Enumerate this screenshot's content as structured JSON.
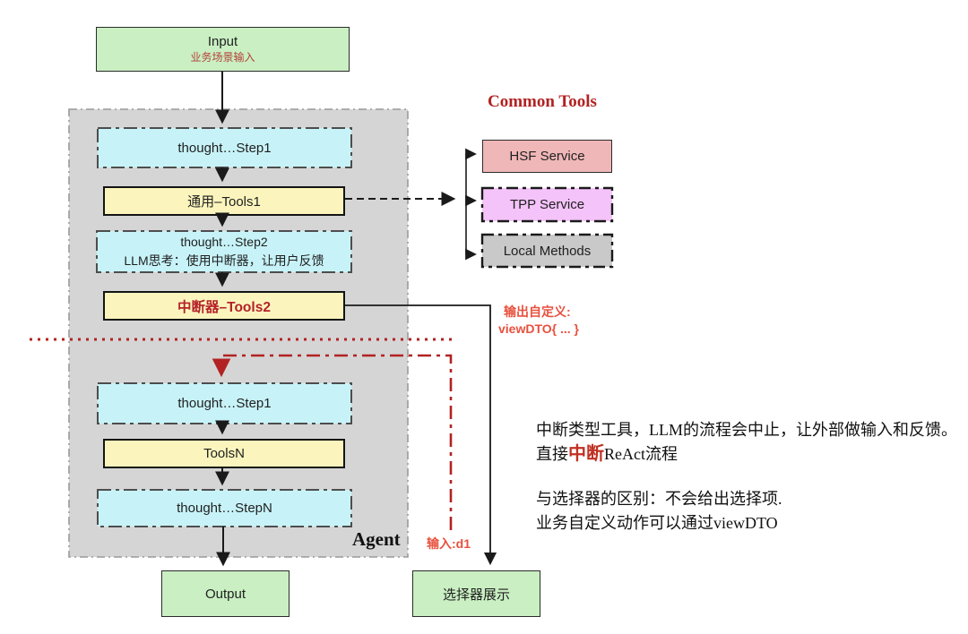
{
  "colors": {
    "green_fill": "#c9efc2",
    "cyan_fill": "#c7f3f8",
    "yellow_fill": "#fbf5bd",
    "salmon_fill": "#f0b7b8",
    "violet_fill": "#f4c3f9",
    "gray_fill": "#c9c9c9",
    "agent_background": "#d5d5d5",
    "dark_red_accent": "#b22222",
    "bright_red_annotation": "#e8513e"
  },
  "flow": {
    "input_title": "Input",
    "input_subtitle": "业务场景输入",
    "thought_step1_top": "thought…Step1",
    "tools1": "通用–Tools1",
    "thought_step2_line1": "thought…Step2",
    "thought_step2_line2": "LLM思考：使用中断器，让用户反馈",
    "tools2": "中断器–Tools2",
    "thought_step1_bottom": "thought…Step1",
    "toolsN": "ToolsN",
    "thought_stepN": "thought…StepN",
    "agent_label": "Agent",
    "output": "Output",
    "selector": "选择器展示"
  },
  "common_tools": {
    "title": "Common Tools",
    "items": [
      {
        "label": "HSF Service"
      },
      {
        "label": "TPP Service"
      },
      {
        "label": "Local Methods"
      }
    ]
  },
  "annotations": {
    "output_custom_line1": "输出自定义:",
    "output_custom_line2": "viewDTO{ ... }",
    "input_d1": "输入:d1",
    "note1_line1": "中断类型工具，LLM的流程会中止，让外部做输入和反馈。",
    "note1_line2_pre": "直接",
    "note1_line2_red": "中断",
    "note1_line2_post": "ReAct流程",
    "note2_line1": "与选择器的区别：不会给出选择项.",
    "note2_line2": "业务自定义动作可以通过viewDTO"
  }
}
